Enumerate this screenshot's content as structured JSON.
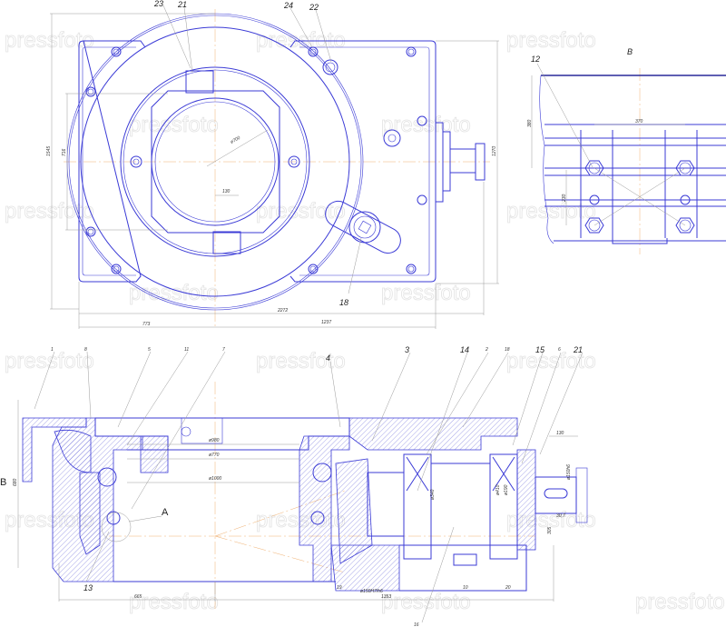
{
  "watermark": "pressfoto",
  "colors": {
    "line": "#3b3bd6",
    "dimension": "#9a9a9a",
    "centerline": "#f0b070"
  },
  "plan_view": {
    "callouts": [
      "23",
      "21",
      "24",
      "22",
      "18"
    ],
    "dimensions": {
      "overall_height": "1545",
      "inner_height": "716",
      "right_height": "1270",
      "diameter": "ø700",
      "slot_width": "130",
      "overall_width": "2272",
      "left_width": "773",
      "right_width": "1237"
    }
  },
  "view_b": {
    "title": "B",
    "callouts": [
      "12"
    ],
    "dimensions": {
      "height": "380",
      "spacing": "370",
      "pitch": "230"
    }
  },
  "section_view": {
    "callouts_top": [
      "1",
      "8",
      "5",
      "11",
      "7",
      "4",
      "3",
      "14",
      "2",
      "18",
      "15",
      "6",
      "21"
    ],
    "callouts_bottom": [
      "13",
      "19",
      "10",
      "20",
      "16"
    ],
    "view_arrow": "B",
    "detail_label": "A",
    "dimensions": {
      "height": "680",
      "d980": "ø980",
      "d770": "ø770",
      "d1000": "ø1000",
      "d340": "ø340",
      "d410": "ø410",
      "d190": "ø190",
      "fit": "ø150H7/h6",
      "shaft": "ø150h6",
      "flange": "130",
      "offset": "30,7",
      "shaft_height": "305",
      "left_len": "665",
      "right_len": "1353"
    }
  }
}
